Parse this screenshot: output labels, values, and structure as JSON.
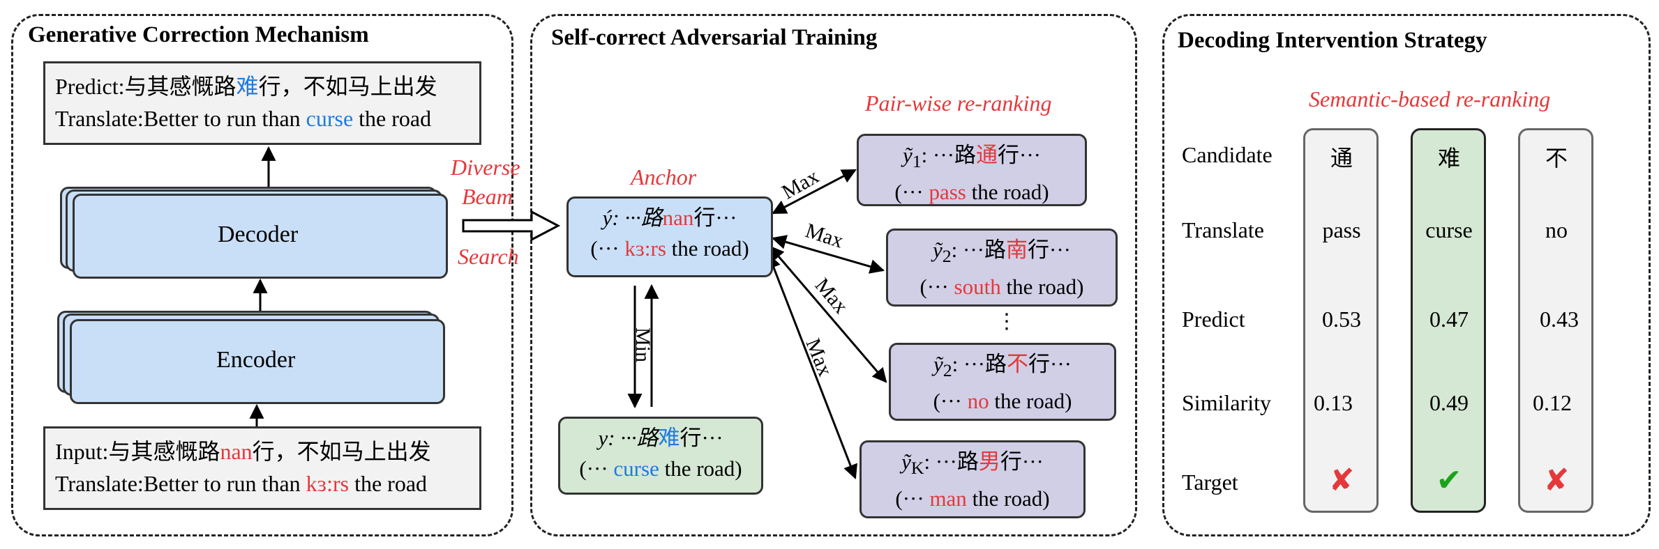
{
  "panels": {
    "left_title": "Generative Correction Mechanism",
    "middle_title": "Self-correct Adversarial Training",
    "right_title": "Decoding Intervention Strategy"
  },
  "left": {
    "predict_prefix": "Predict:",
    "predict_a": "与其感慨路",
    "predict_hl": "难",
    "predict_b": "行，不如马上出发",
    "predict_tr_prefix": "Translate:Better to run than ",
    "predict_tr_hl": "curse",
    "predict_tr_suffix": " the road",
    "decoder": "Decoder",
    "encoder": "Encoder",
    "input_prefix": "Input:",
    "input_a": "与其感慨路",
    "input_hl": "nan",
    "input_b": "行，不如马上出发",
    "input_tr_prefix": "Translate:Better to run than ",
    "input_tr_hl": "kɜ:rs",
    "input_tr_suffix": " the road"
  },
  "beam_label": [
    "Diverse",
    "Beam",
    "Search"
  ],
  "middle": {
    "anchor_label": "Anchor",
    "pairwise_label": "Pair-wise re-ranking",
    "anchor_l1_a": "ý: ···路",
    "anchor_l1_hl": "nan",
    "anchor_l1_b": "行···",
    "anchor_l2_a": "(··· ",
    "anchor_l2_hl": "kɜ:rs",
    "anchor_l2_b": " the road)",
    "target_l1_a": "y: ···路",
    "target_l1_hl": "难",
    "target_l1_b": "行···",
    "target_l2_a": "(··· ",
    "target_l2_hl": "curse",
    "target_l2_b": " the road)",
    "min_label": "Min",
    "max_label": "Max",
    "vdots": "⋮",
    "candidates": [
      {
        "sym": "ỹ",
        "sub": "1",
        "a": ": ···路",
        "hl": "通",
        "b": "行···",
        "l2a": "(··· ",
        "l2hl": "pass",
        "l2b": " the road)"
      },
      {
        "sym": "ỹ",
        "sub": "2",
        "a": ": ···路",
        "hl": "南",
        "b": "行···",
        "l2a": "(··· ",
        "l2hl": "south",
        "l2b": " the road)"
      },
      {
        "sym": "ỹ",
        "sub": "2",
        "a": ": ···路",
        "hl": "不",
        "b": "行···",
        "l2a": "(··· ",
        "l2hl": "no",
        "l2b": " the road)"
      },
      {
        "sym": "ỹ",
        "sub": "K",
        "a": ": ···路",
        "hl": "男",
        "b": "行···",
        "l2a": "(··· ",
        "l2hl": "man",
        "l2b": " the road)"
      }
    ]
  },
  "right": {
    "semantic_label": "Semantic-based re-ranking",
    "row_labels": [
      "Candidate",
      "Translate",
      "Predict",
      "Similarity",
      "Target"
    ],
    "columns": [
      {
        "candidate": "通",
        "translate": "pass",
        "predict": "0.53",
        "similarity": "0.13",
        "target": "✘",
        "selected": false
      },
      {
        "candidate": "难",
        "translate": "curse",
        "predict": "0.47",
        "similarity": "0.49",
        "target": "✔",
        "selected": true
      },
      {
        "candidate": "不",
        "translate": "no",
        "predict": "0.43",
        "similarity": "0.12",
        "target": "✘",
        "selected": false
      }
    ]
  },
  "colors": {
    "highlight_red": "#e5383b",
    "highlight_blue": "#1f7be0",
    "blue_box": "#c9dff7",
    "purple_box": "#d0cfe6",
    "green_box": "#d5e8d4",
    "gray_box": "#f2f2f2",
    "check_green": "#1aa31a",
    "cross_red": "#e5383b"
  }
}
